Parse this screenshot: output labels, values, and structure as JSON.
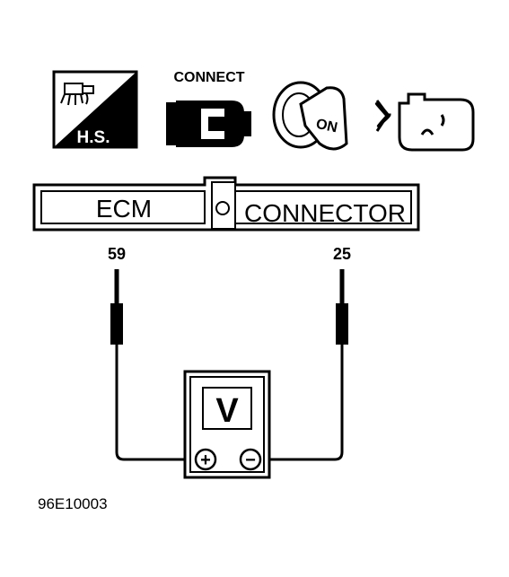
{
  "icons": {
    "hot_soak": {
      "name": "hot-soak-icon",
      "label": "H.S."
    },
    "connect": {
      "name": "connector-icon",
      "label": "CONNECT"
    },
    "ignition": {
      "name": "ignition-key-icon",
      "label": "ON"
    },
    "engine": {
      "name": "engine-running-icon"
    }
  },
  "connector": {
    "left_label": "ECM",
    "right_label": "CONNECTOR"
  },
  "terminals": {
    "left": "59",
    "right": "25"
  },
  "meter": {
    "display": "V",
    "positive_symbol": "+",
    "negative_symbol": "−"
  },
  "figure_id": "96E10003",
  "colors": {
    "ink": "#000000",
    "paper": "#ffffff"
  }
}
